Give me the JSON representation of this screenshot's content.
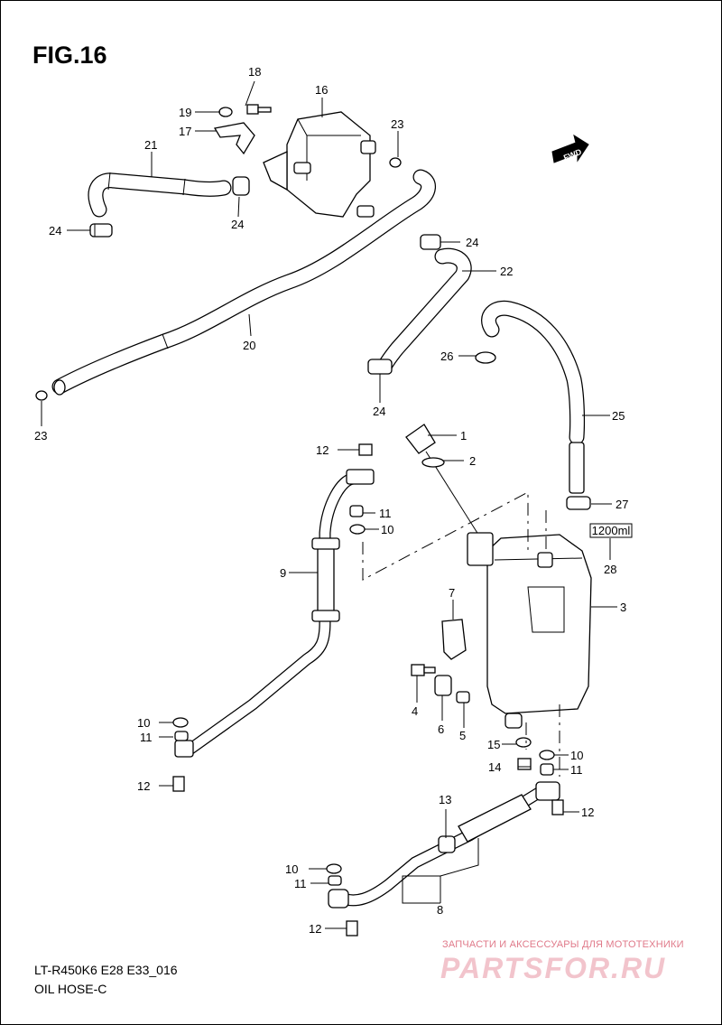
{
  "figure": {
    "title": "FIG.16"
  },
  "footer": {
    "model_code": "LT-R450K6 E28 E33_016",
    "section_name": "OIL HOSE-C"
  },
  "watermark": {
    "caption": "ЗАПЧАСТИ И АКСЕССУАРЫ ДЛЯ МОТОТЕХНИКИ",
    "logo": "PARTSFOR.RU"
  },
  "fwd_label": "FWD",
  "volume_label": "1200ml",
  "callouts": {
    "c1": "1",
    "c2": "2",
    "c3": "3",
    "c4": "4",
    "c5": "5",
    "c6": "6",
    "c7": "7",
    "c8": "8",
    "c9": "9",
    "c10a": "10",
    "c10b": "10",
    "c10c": "10",
    "c10d": "10",
    "c11a": "11",
    "c11b": "11",
    "c11c": "11",
    "c11d": "11",
    "c12a": "12",
    "c12b": "12",
    "c12c": "12",
    "c12d": "12",
    "c13": "13",
    "c14": "14",
    "c15": "15",
    "c16": "16",
    "c17": "17",
    "c18": "18",
    "c19": "19",
    "c20": "20",
    "c21": "21",
    "c22": "22",
    "c23a": "23",
    "c23b": "23",
    "c24a": "24",
    "c24b": "24",
    "c24c": "24",
    "c24d": "24",
    "c25": "25",
    "c26": "26",
    "c27": "27",
    "c28": "28"
  }
}
